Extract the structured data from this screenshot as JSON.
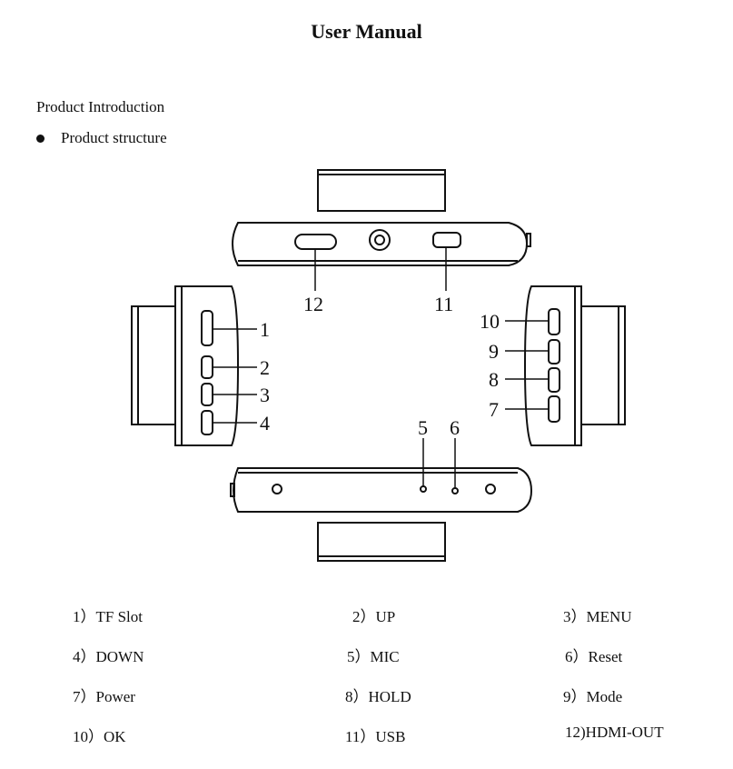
{
  "title": "User Manual",
  "section_heading": "Product Introduction",
  "subsection": "Product structure",
  "callouts": [
    "1",
    "2",
    "3",
    "4",
    "5",
    "6",
    "7",
    "8",
    "9",
    "10",
    "11",
    "12"
  ],
  "legend": [
    "1）TF Slot",
    "2）UP",
    "3）MENU",
    "4）DOWN",
    "5）MIC",
    "6）Reset",
    "7）Power",
    "8）HOLD",
    "9）Mode",
    "10）OK",
    "11）USB",
    "12)HDMI-OUT"
  ]
}
